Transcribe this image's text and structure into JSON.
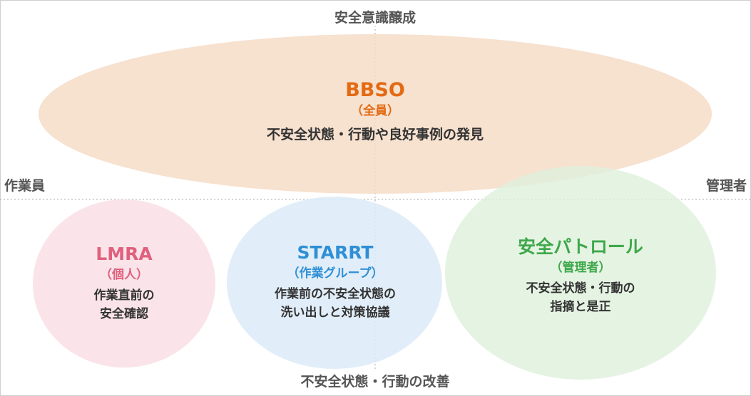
{
  "axes": {
    "top": "安全意識醸成",
    "bottom": "不安全状態・行動の改善",
    "left": "作業員",
    "right": "管理者"
  },
  "bbso": {
    "title": "BBSO",
    "sub": "（全員）",
    "desc": "不安全状態・行動や良好事例の発見",
    "color": "#e36a12",
    "fill": "#f6dcc7"
  },
  "lmra": {
    "title": "LMRA",
    "sub": "（個人）",
    "desc_lines": [
      "作業直前の",
      "安全確認"
    ],
    "color": "#e0607e",
    "fill": "#f9e1e7"
  },
  "starrt": {
    "title": "STARRT",
    "sub": "（作業グループ）",
    "desc_lines": [
      "作業前の不安全状態の",
      "洗い出しと対策協議"
    ],
    "color": "#2f8fd5",
    "fill": "#dcebf8"
  },
  "patrol": {
    "title": "安全パトロール",
    "sub": "（管理者）",
    "desc_lines": [
      "不安全状態・行動の",
      "指摘と是正"
    ],
    "color": "#3ea84a",
    "fill": "#dff0dc"
  }
}
